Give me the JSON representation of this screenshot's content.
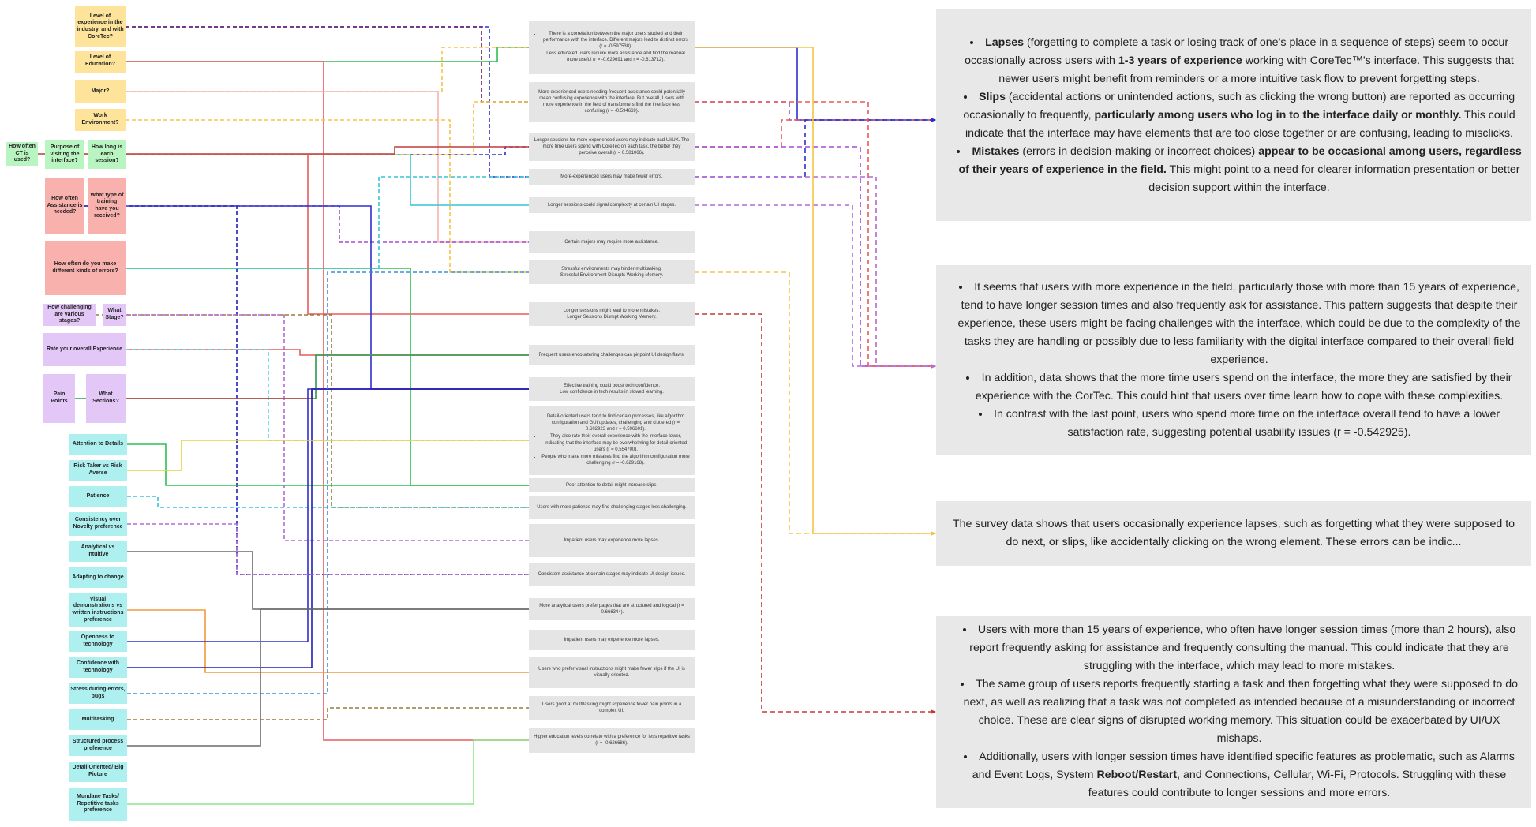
{
  "left_nodes": [
    {
      "id": "experience",
      "label": "Level of experience in the industry, and with CoreTec?",
      "color": "yellow"
    },
    {
      "id": "education",
      "label": "Level of Education?",
      "color": "yellow"
    },
    {
      "id": "major",
      "label": "Major?",
      "color": "yellow"
    },
    {
      "id": "work_env",
      "label": "Work Environment?",
      "color": "yellow"
    },
    {
      "id": "ct_use",
      "label": "How often CT is used?",
      "color": "green"
    },
    {
      "id": "purpose",
      "label": "Purpose of visiting the interface?",
      "color": "green"
    },
    {
      "id": "session",
      "label": "How long is each session?",
      "color": "green"
    },
    {
      "id": "assistance",
      "label": "How often Assistance is needed?",
      "color": "red"
    },
    {
      "id": "training",
      "label": "What type of training have you received?",
      "color": "red"
    },
    {
      "id": "errors",
      "label": "How often do you make different kinds of errors?",
      "color": "red"
    },
    {
      "id": "challenging",
      "label": "How challenging are various stages?",
      "color": "purple"
    },
    {
      "id": "stage",
      "label": "What Stage?",
      "color": "purple"
    },
    {
      "id": "overall",
      "label": "Rate your overall Experience",
      "color": "purple"
    },
    {
      "id": "pain",
      "label": "Pain Points",
      "color": "purple"
    },
    {
      "id": "sections",
      "label": "What Sections?",
      "color": "purple"
    },
    {
      "id": "detail",
      "label": "Attention to Details",
      "color": "cyan"
    },
    {
      "id": "risk",
      "label": "Risk Taker vs Risk Averse",
      "color": "cyan"
    },
    {
      "id": "patience",
      "label": "Patience",
      "color": "cyan"
    },
    {
      "id": "consistency",
      "label": "Consistency over Novelty preference",
      "color": "cyan"
    },
    {
      "id": "analytical",
      "label": "Analytical vs Intuitive",
      "color": "cyan"
    },
    {
      "id": "adapting",
      "label": "Adapting to change",
      "color": "cyan"
    },
    {
      "id": "visual",
      "label": "Visual demonstrations vs written instructions preference",
      "color": "cyan"
    },
    {
      "id": "openness",
      "label": "Openness to technology",
      "color": "cyan"
    },
    {
      "id": "confidence",
      "label": "Confidence with technology",
      "color": "cyan"
    },
    {
      "id": "stress",
      "label": "Stress during errors, bugs",
      "color": "cyan"
    },
    {
      "id": "multitasking",
      "label": "Multitasking",
      "color": "cyan"
    },
    {
      "id": "structured",
      "label": "Structured process preference",
      "color": "cyan"
    },
    {
      "id": "bigpicture",
      "label": "Detail Oriented/ Big Picture",
      "color": "cyan"
    },
    {
      "id": "mundane",
      "label": "Mundane Tasks/ Repetitive tasks preference",
      "color": "cyan"
    }
  ],
  "findings": [
    {
      "items": [
        "There is a correlation between the major users studied and their performance with the interface. Different majors lead to distinct errors (r = -0.597538).",
        "Less educated users require more assistance and find the manual more useful (r = -0.629691 and r = -0.613712)."
      ],
      "list": true
    },
    {
      "items": [
        "More experienced users needing frequent assistance could potentially mean confusing experience with the interface. But overall, Users with more experience in the field of transformers find the interface less confusing (r = -0.594669)."
      ],
      "list": false
    },
    {
      "items": [
        "Longer sessions for more experienced users may indicate bad UI/UX. The more time users spend with CoreTec on each task, the better they perceive overall (r = 0.581066)."
      ],
      "list": false
    },
    {
      "items": [
        "More-experienced users may make fewer errors."
      ],
      "list": false
    },
    {
      "items": [
        "Longer sessions could signal complexity at certain UI stages."
      ],
      "list": false
    },
    {
      "items": [
        "Certain majors may require more assistance."
      ],
      "list": false
    },
    {
      "items": [
        "Stressful environments may hinder multitasking.",
        "Stressful Environment Disrupts Working Memory."
      ],
      "list": false
    },
    {
      "items": [
        "Longer sessions might lead to more mistakes.",
        "Longer Sessions Disrupt Working Memory."
      ],
      "list": false
    },
    {
      "items": [
        "Frequent users encountering challenges can pinpoint UI design flaws."
      ],
      "list": false
    },
    {
      "items": [
        "Effective training could boost tech confidence.",
        "Low confidence in tech results in slowed learning."
      ],
      "list": false
    },
    {
      "items": [
        "Detail-oriented users tend to find certain processes, like algorithm configuration and GUI updates, challenging and cluttered (r = 0.602923 and r = 0.596601).",
        "They also rate their overall experience with the interface lower, indicating that the interface may be overwhelming for detail-oriented users (r = 0.554700).",
        "People who make more mistakes find the algorithm configuration more challenging (r = -0.629168)."
      ],
      "list": true
    },
    {
      "items": [
        "Poor attention to detail might increase slips."
      ],
      "list": false
    },
    {
      "items": [
        "Users with more patience may find challenging stages less challenging."
      ],
      "list": false
    },
    {
      "items": [
        "Impatient users may experience more lapses."
      ],
      "list": false
    },
    {
      "items": [
        "Consistent assistance at certain stages may indicate UI design issues."
      ],
      "list": false
    },
    {
      "items": [
        "More analytical users prefer pages that are structured and logical (r = -0.666344)."
      ],
      "list": false
    },
    {
      "items": [
        "Impatient users may experience more lapses."
      ],
      "list": false
    },
    {
      "items": [
        "Users who prefer visual instructions might make fewer slips if the UI is visually oriented."
      ],
      "list": false
    },
    {
      "items": [
        "Users good at multitasking might experience fewer pain points in a complex UI."
      ],
      "list": false
    },
    {
      "items": [
        "Higher education levels correlate with a preference for less repetitive tasks (r = -0.626686)."
      ],
      "list": false
    }
  ],
  "panels": [
    {
      "type": "list",
      "items": [
        {
          "parts": [
            {
              "t": "Lapses",
              "b": true
            },
            {
              "t": " (forgetting to complete a task or losing track of one’s place in a sequence of steps) seem to occur occasionally across users with ",
              "b": false
            },
            {
              "t": "1-3 years of experience",
              "b": true
            },
            {
              "t": " working with CoreTec™’s interface. This suggests that newer users might benefit from reminders or a more intuitive task flow to prevent forgetting steps.",
              "b": false
            }
          ]
        },
        {
          "parts": [
            {
              "t": "Slips",
              "b": true
            },
            {
              "t": " (accidental actions or unintended actions, such as clicking the wrong button) are reported as occurring occasionally to frequently, ",
              "b": false
            },
            {
              "t": "particularly among users who log in to the interface daily or monthly.",
              "b": true
            },
            {
              "t": " This could indicate that the interface may have elements that are too close together or are confusing, leading to misclicks.",
              "b": false
            }
          ]
        },
        {
          "parts": [
            {
              "t": "Mistakes",
              "b": true
            },
            {
              "t": " (errors in decision-making or incorrect choices) ",
              "b": false
            },
            {
              "t": "appear to be occasional among users, regardless of their years of experience in the field.",
              "b": true
            },
            {
              "t": " This might point to a need for clearer information presentation or better decision support within the interface.",
              "b": false
            }
          ]
        }
      ]
    },
    {
      "type": "list",
      "items": [
        {
          "parts": [
            {
              "t": "It seems that users with more experience in the field, particularly those with more than 15 years of experience, tend to have longer session times and also frequently ask for assistance. This pattern suggests that despite their experience, these users might be facing challenges with the interface, which could be due to the complexity of the tasks they are handling or possibly due to less familiarity with the digital interface compared to their overall field experience.",
              "b": false
            }
          ]
        },
        {
          "parts": [
            {
              "t": "In addition, data shows that the more time users spend on the interface, the more they are satisfied by their experience with the CorTec. This could hint that users over time learn how to cope with these complexities.",
              "b": false
            }
          ]
        },
        {
          "parts": [
            {
              "t": "In contrast with the last point, users who spend more time on the interface overall tend to have a lower satisfaction rate, suggesting potential usability issues (r = -0.542925).",
              "b": false
            }
          ]
        }
      ]
    },
    {
      "type": "text",
      "text": "The survey data shows that users occasionally experience lapses, such as forgetting what they were supposed to do next, or slips, like accidentally clicking on the wrong element. These errors can be indic..."
    },
    {
      "type": "list",
      "items": [
        {
          "parts": [
            {
              "t": "Users with more than 15 years of experience, who often have longer session times (more than 2 hours), also report frequently asking for assistance and frequently consulting the manual. This could indicate that they are struggling with the interface, which may lead to more mistakes.",
              "b": false
            }
          ]
        },
        {
          "parts": [
            {
              "t": "The same group of users reports frequently starting a task and then forgetting what they were supposed to do next, as well as realizing that a task was not completed as intended because of a misunderstanding or incorrect choice. These are clear signs of disrupted working memory. This situation could be exacerbated by UI/UX mishaps.",
              "b": false
            }
          ]
        },
        {
          "parts": [
            {
              "t": "Additionally, users with longer session times have identified specific features as problematic, such as Alarms and Event Logs, System ",
              "b": false
            },
            {
              "t": "Reboot/Restart",
              "b": true
            },
            {
              "t": ", and Connections, Cellular, Wi-Fi, Protocols. Struggling with these features could contribute to longer sessions and more errors.",
              "b": false
            }
          ]
        }
      ]
    }
  ],
  "colors": {
    "yellow": "#fde49a",
    "green": "#b9f5c0",
    "red": "#f9b1ad",
    "purple": "#e3c8f7",
    "cyan": "#aef0f0",
    "finding_bg": "#e5e5e5",
    "panel_bg": "#e8e8e8",
    "wire_palette": [
      "#2e2ecf",
      "#6a1b6a",
      "#2fbf4f",
      "#e85a5a",
      "#f4c542",
      "#a64ad9",
      "#37c4d6",
      "#9a7b3a",
      "#f19a3e",
      "#2d9a4a",
      "#c23b3b",
      "#b36bd6",
      "#1f1fb8",
      "#57d6e6",
      "#7a2a7a",
      "#f6b3b3",
      "#6b6b6b",
      "#8ae68a",
      "#3c8fd6",
      "#e8d13a"
    ]
  }
}
